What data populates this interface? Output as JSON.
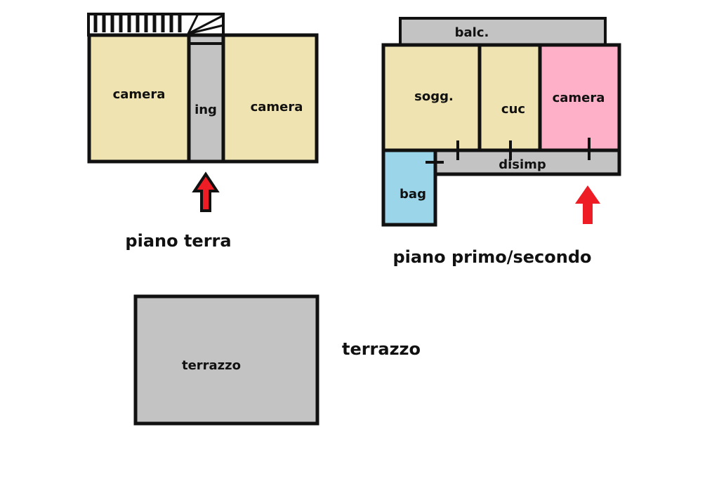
{
  "colors": {
    "beige": "#efe3b1",
    "gray": "#c3c3c3",
    "pink": "#fdb0c8",
    "light_blue": "#9ad5e9",
    "arrow_red": "#ee1c24",
    "wall": "#111111"
  },
  "ground_floor": {
    "title": "piano terra",
    "rooms": {
      "camera_left": "camera",
      "ingresso": "ing",
      "camera_right": "camera"
    }
  },
  "upper_floor": {
    "title": "piano primo/secondo",
    "rooms": {
      "balcone": "balc.",
      "soggiorno": "sogg.",
      "cucina": "cuc",
      "camera": "camera",
      "disimpegno": "disimp",
      "bagno": "bag"
    }
  },
  "terrace": {
    "title": "terrazzo",
    "rooms": {
      "terrazzo": "terrazzo"
    }
  },
  "icons": [
    "stairs-icon",
    "entrance-arrow-icon"
  ]
}
